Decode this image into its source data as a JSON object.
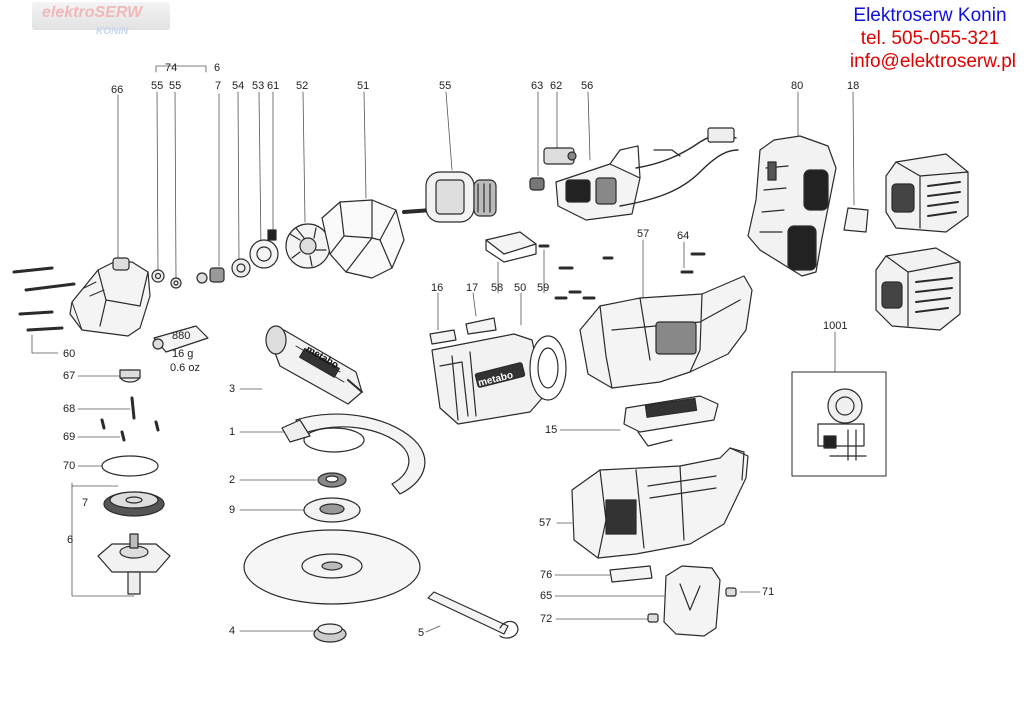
{
  "watermark": {
    "line1": "elektroSERW",
    "line2": "KONIN"
  },
  "contact": {
    "name": "Elektroserw Konin",
    "phone": "tel. 505-055-321",
    "email": "info@elektroserw.pl"
  },
  "product_marking": "metabo",
  "part_labels": [
    {
      "id": "66",
      "text": "66"
    },
    {
      "id": "74",
      "text": "74"
    },
    {
      "id": "6-top",
      "text": "6"
    },
    {
      "id": "55-a",
      "text": "55"
    },
    {
      "id": "55-b",
      "text": "55"
    },
    {
      "id": "7-top",
      "text": "7"
    },
    {
      "id": "54",
      "text": "54"
    },
    {
      "id": "53",
      "text": "53"
    },
    {
      "id": "61",
      "text": "61"
    },
    {
      "id": "52",
      "text": "52"
    },
    {
      "id": "51",
      "text": "51"
    },
    {
      "id": "55-c",
      "text": "55"
    },
    {
      "id": "63",
      "text": "63"
    },
    {
      "id": "62",
      "text": "62"
    },
    {
      "id": "56",
      "text": "56"
    },
    {
      "id": "80",
      "text": "80"
    },
    {
      "id": "18",
      "text": "18"
    },
    {
      "id": "57-a",
      "text": "57"
    },
    {
      "id": "64",
      "text": "64"
    },
    {
      "id": "16",
      "text": "16"
    },
    {
      "id": "17",
      "text": "17"
    },
    {
      "id": "58",
      "text": "58"
    },
    {
      "id": "50",
      "text": "50"
    },
    {
      "id": "59",
      "text": "59"
    },
    {
      "id": "1001",
      "text": "1001"
    },
    {
      "id": "880",
      "text": "880"
    },
    {
      "id": "grease-g",
      "text": "16 g"
    },
    {
      "id": "grease-oz",
      "text": "0.6 oz"
    },
    {
      "id": "60",
      "text": "60"
    },
    {
      "id": "67",
      "text": "67"
    },
    {
      "id": "3",
      "text": "3"
    },
    {
      "id": "68",
      "text": "68"
    },
    {
      "id": "1",
      "text": "1"
    },
    {
      "id": "69",
      "text": "69"
    },
    {
      "id": "15",
      "text": "15"
    },
    {
      "id": "70",
      "text": "70"
    },
    {
      "id": "2",
      "text": "2"
    },
    {
      "id": "7-left",
      "text": "7"
    },
    {
      "id": "9",
      "text": "9"
    },
    {
      "id": "57-b",
      "text": "57"
    },
    {
      "id": "6-left",
      "text": "6"
    },
    {
      "id": "76",
      "text": "76"
    },
    {
      "id": "65",
      "text": "65"
    },
    {
      "id": "71",
      "text": "71"
    },
    {
      "id": "72",
      "text": "72"
    },
    {
      "id": "4",
      "text": "4"
    },
    {
      "id": "5",
      "text": "5"
    }
  ]
}
